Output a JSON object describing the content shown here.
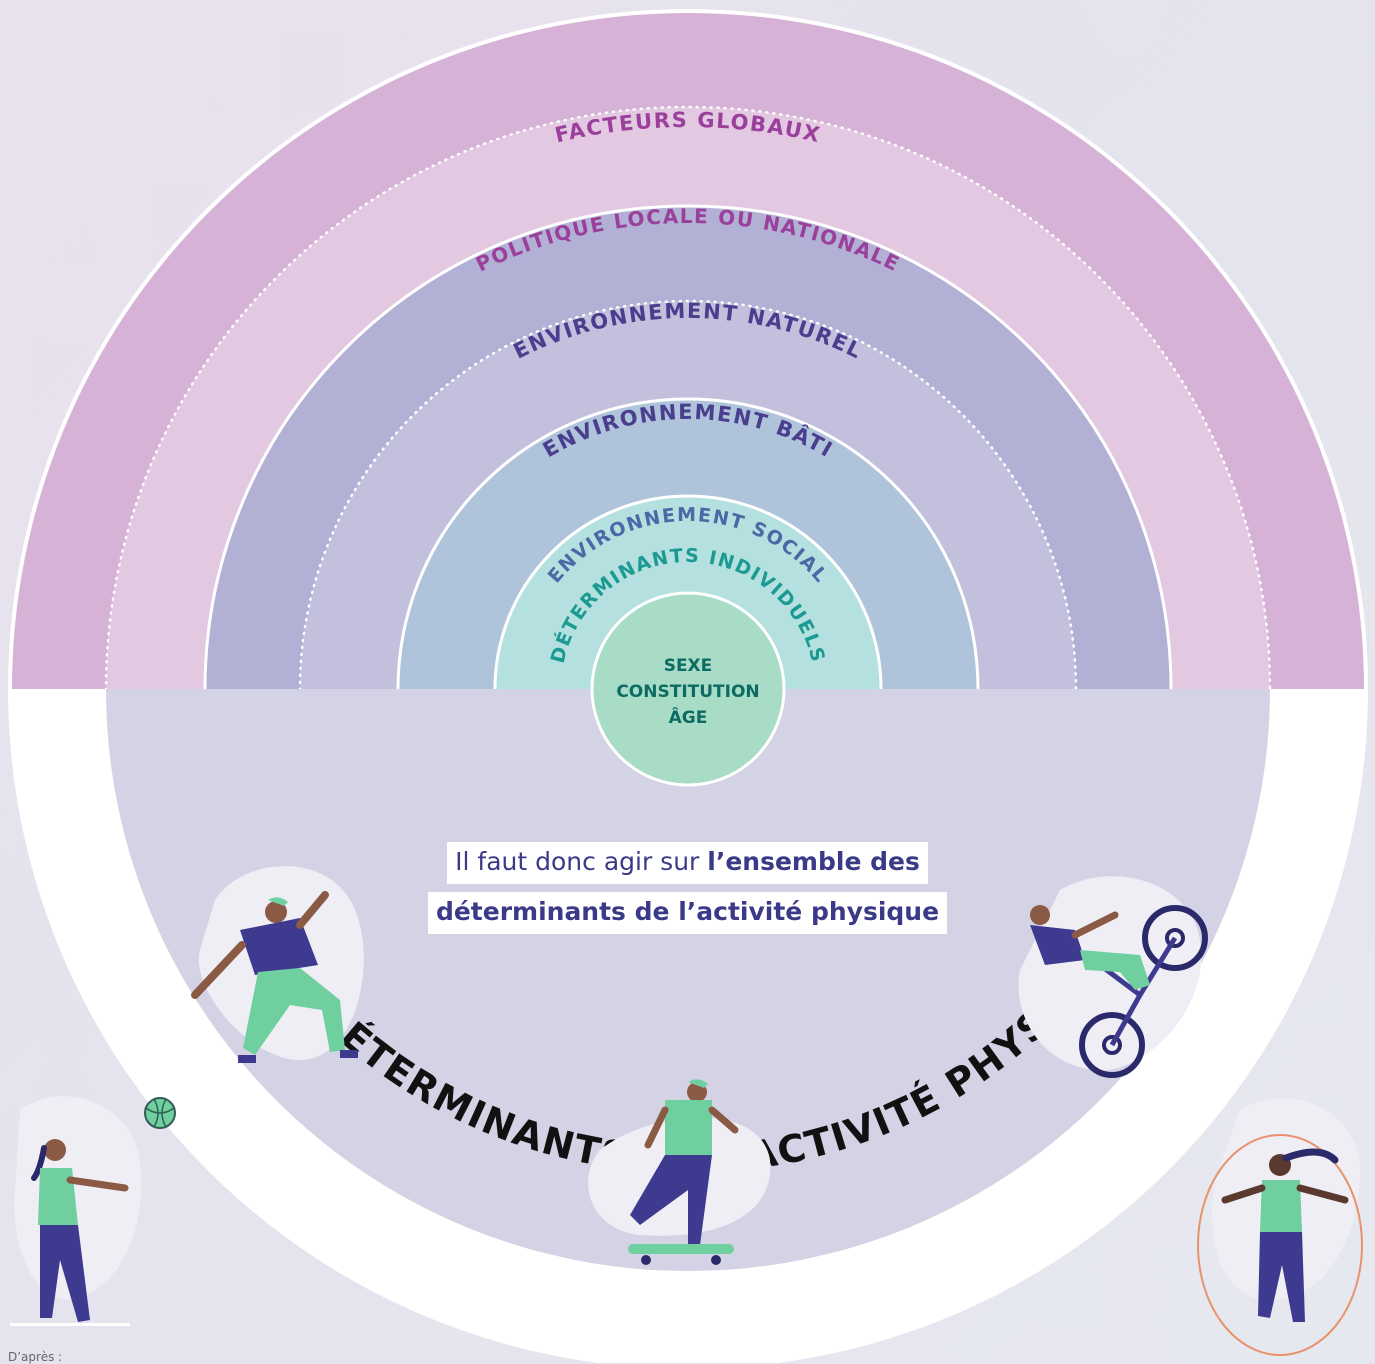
{
  "diagram": {
    "rings": [
      {
        "label": "FACTEURS GLOBAUX",
        "color": "#d6b3d6",
        "text_color": "#9b3f9c"
      },
      {
        "label": "POLITIQUE LOCALE OU NATIONALE",
        "color": "#e2c8e1",
        "text_color": "#9b3f9c"
      },
      {
        "label": "ENVIRONNEMENT NATUREL",
        "color": "#b2b0d4",
        "text_color": "#4a3e8e"
      },
      {
        "label": "ENVIRONNEMENT BÂTI",
        "color": "#c2c0dc",
        "text_color": "#4a3e8e"
      },
      {
        "label": "ENVIRONNEMENT SOCIAL",
        "color": "#afc3db",
        "text_color": "#4b69a6"
      },
      {
        "label": "DÉTERMINANTS INDIVIDUELS",
        "color": "#b4e0df",
        "text_color": "#1a9a91"
      }
    ],
    "core": {
      "lines": [
        "SEXE",
        "CONSTITUTION",
        "ÂGE"
      ],
      "color": "#a8dcc7",
      "text_color": "#0c6b63"
    },
    "band_title": "LES DÉTERMINANTS DE L’ACTIVITÉ PHYSIQUE"
  },
  "message": {
    "line1_regular": "Il faut donc agir sur ",
    "line1_bold": "l’ensemble des",
    "line2_bold": "déterminants de l’activité physique",
    "text_color": "#3a3a88"
  },
  "source_prefix": "D’après :",
  "illustrations": [
    "person-dancing-icon",
    "person-cycling-icon",
    "person-skateboarding-icon",
    "person-throwing-ball-icon",
    "person-jumping-rope-icon"
  ],
  "colors": {
    "lower_disc": "#d4d3e6",
    "band": "#ffffff",
    "accent_green": "#6fcf9e",
    "accent_purple": "#3d3a90"
  }
}
